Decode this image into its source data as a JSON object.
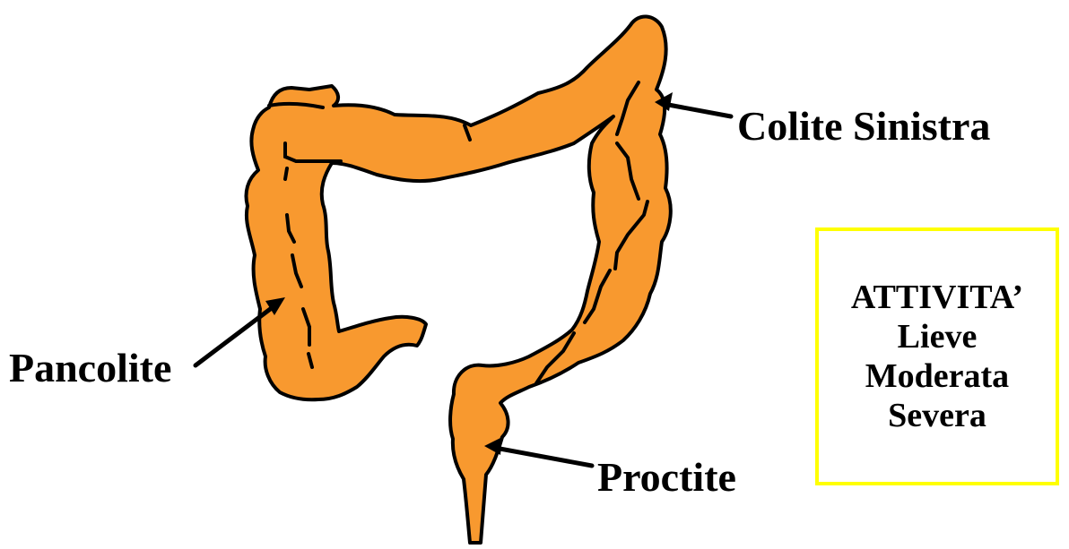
{
  "colors": {
    "colon_fill": "#f8992f",
    "outline": "#000000",
    "box_border": "#ffff00",
    "background": "#ffffff"
  },
  "labels": {
    "colite_sinistra": "Colite Sinistra",
    "pancolite": "Pancolite",
    "proctite": "Proctite"
  },
  "activity": {
    "title": "ATTIVITA’",
    "levels": [
      "Lieve",
      "Moderata",
      "Severa"
    ]
  }
}
